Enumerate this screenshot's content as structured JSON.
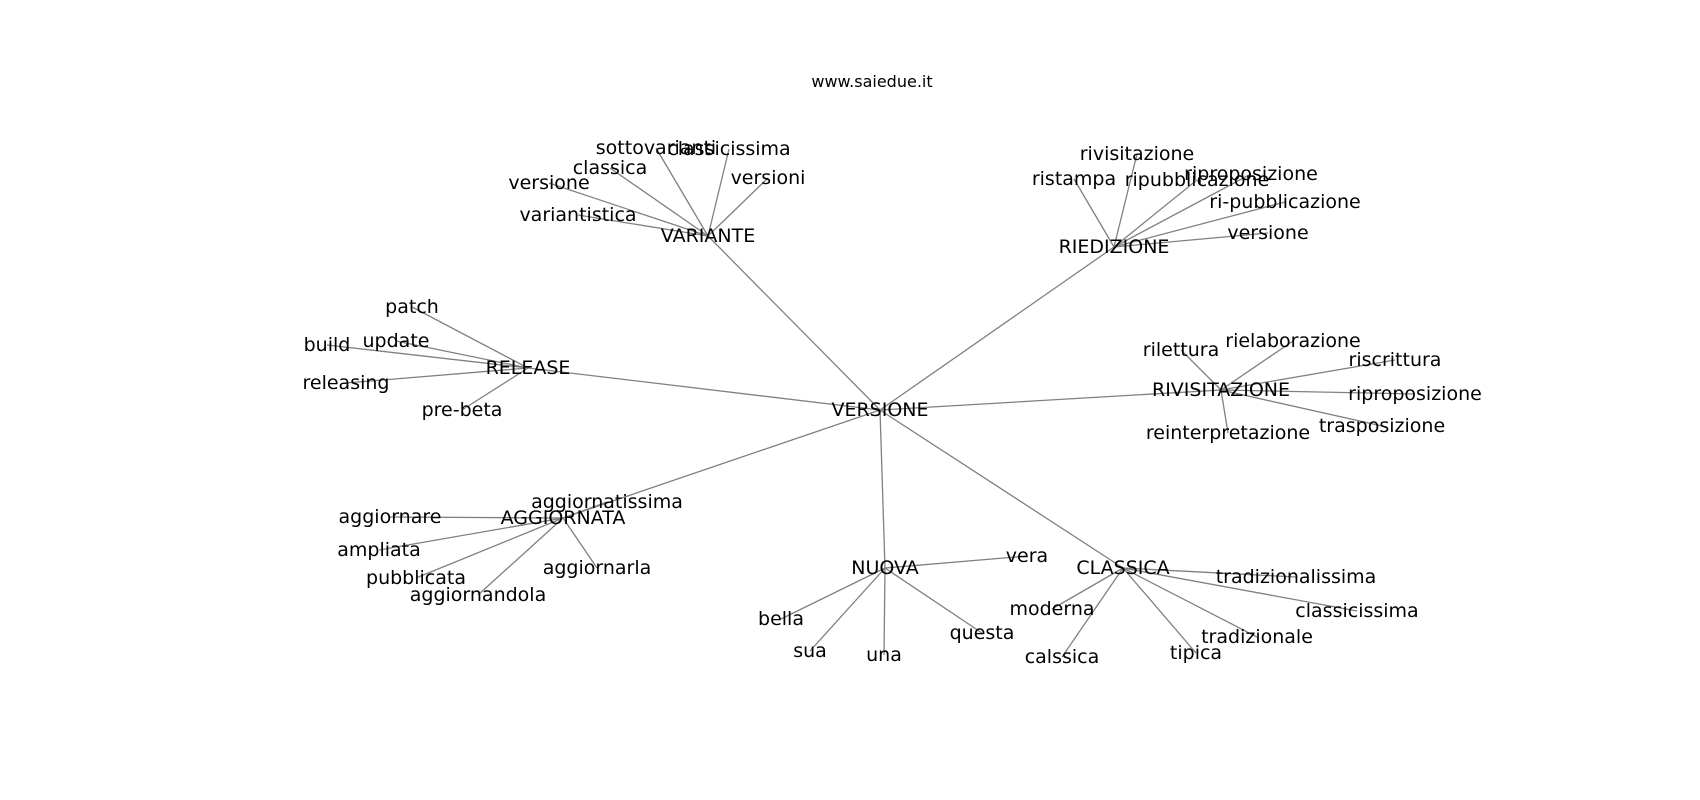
{
  "caption": "www.saiedue.it",
  "center": "VERSIONE",
  "groups": [
    {
      "hub": "VARIANTE",
      "leaves": [
        "sottovarianti",
        "classicissima",
        "classica",
        "versione",
        "versioni",
        "variantistica"
      ]
    },
    {
      "hub": "RIEDIZIONE",
      "leaves": [
        "rivisitazione",
        "ristampa",
        "ripubblicazione",
        "riproposizione",
        "ri-pubblicazione",
        "versione"
      ]
    },
    {
      "hub": "RELEASE",
      "leaves": [
        "patch",
        "update",
        "build",
        "releasing",
        "pre-beta"
      ]
    },
    {
      "hub": "RIVISITAZIONE",
      "leaves": [
        "rilettura",
        "rielaborazione",
        "riscrittura",
        "riproposizione",
        "reinterpretazione",
        "trasposizione"
      ]
    },
    {
      "hub": "AGGIORNATA",
      "leaves": [
        "aggiornatissima",
        "aggiornare",
        "ampliata",
        "aggiornarla",
        "pubblicata",
        "aggiornandola"
      ]
    },
    {
      "hub": "NUOVA",
      "leaves": [
        "vera",
        "bella",
        "questa",
        "sua",
        "una"
      ]
    },
    {
      "hub": "CLASSICA",
      "leaves": [
        "tradizionalissima",
        "moderna",
        "classicissima",
        "tradizionale",
        "tipica",
        "calssica"
      ]
    }
  ]
}
